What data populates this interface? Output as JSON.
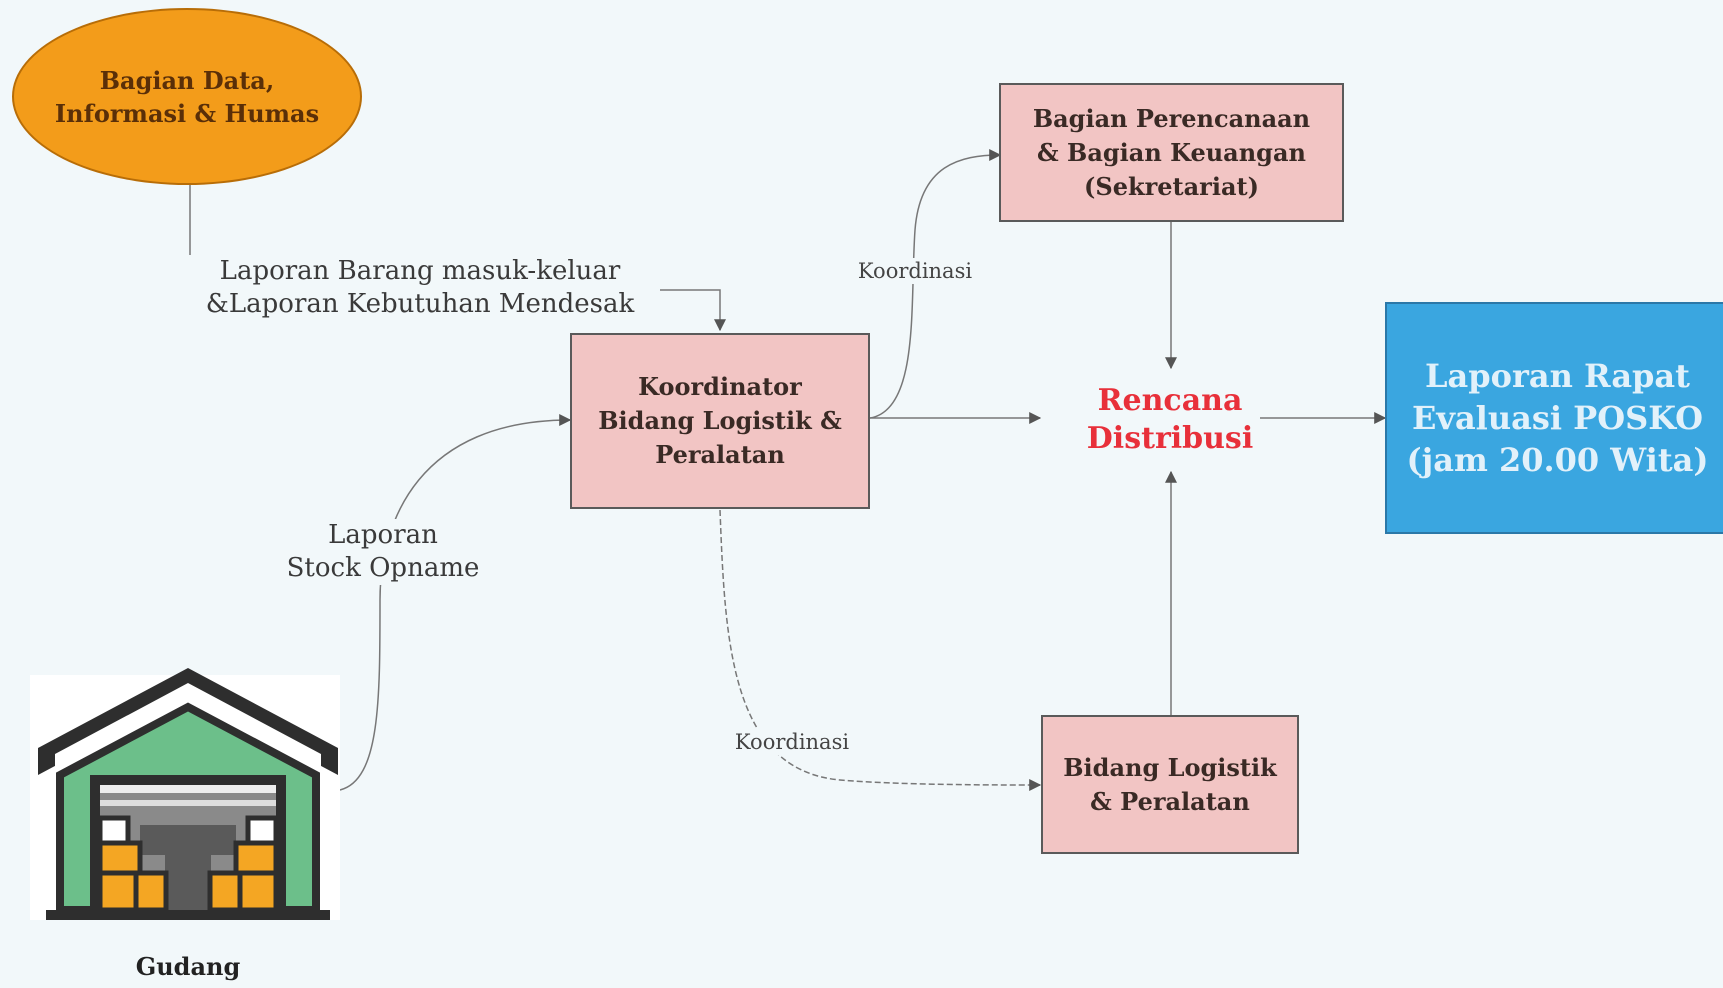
{
  "nodes": {
    "bagian_data": "Bagian Data,\nInformasi & Humas",
    "koordinator": "Koordinator\nBidang Logistik &\nPeralatan",
    "bagian_perencanaan": "Bagian Perencanaan\n& Bagian Keuangan\n(Sekretariat)",
    "rencana_distribusi": "Rencana\nDistribusi",
    "laporan_rapat": "Laporan Rapat\nEvaluasi POSKO\n(jam 20.00 Wita)",
    "bidang_logistik": "Bidang Logistik\n& Peralatan",
    "gudang": "Gudang"
  },
  "edge_labels": {
    "laporan_barang": "Laporan Barang masuk-keluar\n&Laporan Kebutuhan Mendesak",
    "laporan_stock": "Laporan\nStock Opname",
    "koordinasi_top": "Koordinasi",
    "koordinasi_bottom": "Koordinasi"
  },
  "colors": {
    "ellipse": "#f39c1a",
    "box": "#f2c5c4",
    "output": "#3aa6e0",
    "highlight_text": "#e8303a",
    "warehouse_roof": "#6cbf8a",
    "warehouse_crates": "#f4a623"
  },
  "icons": [
    "warehouse-icon"
  ]
}
